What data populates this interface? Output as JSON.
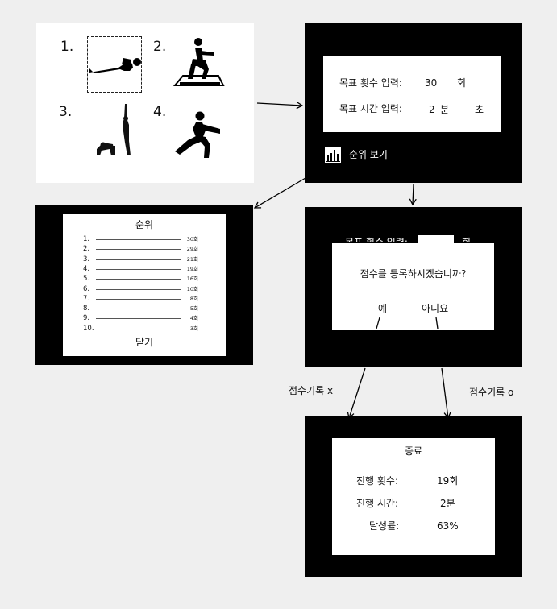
{
  "exercises": {
    "items": [
      {
        "number": "1.",
        "icon": "plank-icon"
      },
      {
        "number": "2.",
        "icon": "squat-icon"
      },
      {
        "number": "3.",
        "icon": "burpee-icon"
      },
      {
        "number": "4.",
        "icon": "lunge-icon"
      }
    ]
  },
  "goal_screen": {
    "reps_label": "목표 횟수 입력:",
    "reps_value": "30",
    "reps_unit": "회",
    "time_label": "목표 시간 입력:",
    "time_minutes": "2",
    "minutes_unit": "분",
    "seconds_unit": "초",
    "ranking_button": "순위 보기",
    "ranking_icon": "bar-chart-icon"
  },
  "ranking_screen": {
    "title": "순위",
    "entries": [
      {
        "rank": "1.",
        "score": "30회"
      },
      {
        "rank": "2.",
        "score": "29회"
      },
      {
        "rank": "3.",
        "score": "21회"
      },
      {
        "rank": "4.",
        "score": "19회"
      },
      {
        "rank": "5.",
        "score": "16회"
      },
      {
        "rank": "6.",
        "score": "10회"
      },
      {
        "rank": "7.",
        "score": "8회"
      },
      {
        "rank": "8.",
        "score": "5회"
      },
      {
        "rank": "9.",
        "score": "4회"
      },
      {
        "rank": "10.",
        "score": "3회"
      }
    ],
    "close_button": "닫기"
  },
  "confirm_screen": {
    "behind_label": "목표 횟수 입력:",
    "behind_unit": "회",
    "question": "점수를 등록하시겠습니까?",
    "yes_button": "예",
    "no_button": "아니요"
  },
  "flow_labels": {
    "no_record": "점수기록 x",
    "record": "점수기록 o"
  },
  "result_screen": {
    "title": "종료",
    "reps_label": "진행 횟수:",
    "reps_value": "19회",
    "time_label": "진행 시간:",
    "time_value": "2분",
    "rate_label": "달성률:",
    "rate_value": "63%"
  }
}
